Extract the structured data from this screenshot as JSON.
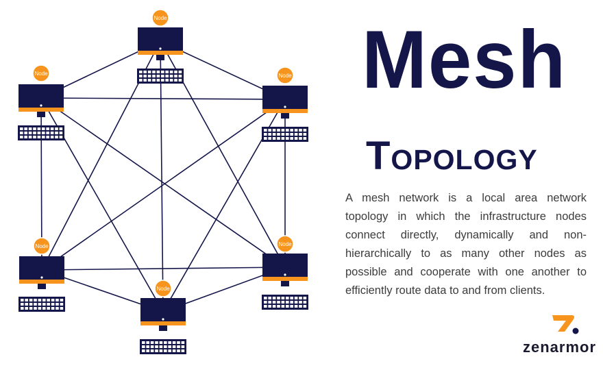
{
  "title": {
    "main": "Mesh",
    "sub": "Topology"
  },
  "description": "A mesh network is a local area network topology in which the infrastructure nodes connect directly, dynamically and non-hierarchically to as many other nodes as possible and cooperate with one another to efficiently route data to and from clients.",
  "node_label": "Node",
  "nodes": [
    {
      "id": "top",
      "label": "Node"
    },
    {
      "id": "upper-left",
      "label": "Node"
    },
    {
      "id": "upper-right",
      "label": "Node"
    },
    {
      "id": "lower-left",
      "label": "Node"
    },
    {
      "id": "lower-right",
      "label": "Node"
    },
    {
      "id": "bottom",
      "label": "Node"
    }
  ],
  "links": [
    [
      "top",
      "upper-left"
    ],
    [
      "top",
      "upper-right"
    ],
    [
      "top",
      "lower-left"
    ],
    [
      "top",
      "lower-right"
    ],
    [
      "top",
      "bottom"
    ],
    [
      "upper-left",
      "upper-right"
    ],
    [
      "upper-left",
      "lower-left"
    ],
    [
      "upper-left",
      "lower-right"
    ],
    [
      "upper-left",
      "bottom"
    ],
    [
      "upper-right",
      "lower-right"
    ],
    [
      "upper-right",
      "lower-left"
    ],
    [
      "upper-right",
      "bottom"
    ],
    [
      "lower-left",
      "lower-right"
    ],
    [
      "lower-left",
      "bottom"
    ],
    [
      "lower-right",
      "bottom"
    ]
  ],
  "brand": {
    "name": "zenarmor"
  },
  "colors": {
    "navy": "#14164a",
    "orange": "#f7941d",
    "text": "#3c3c3c",
    "white": "#ffffff"
  }
}
